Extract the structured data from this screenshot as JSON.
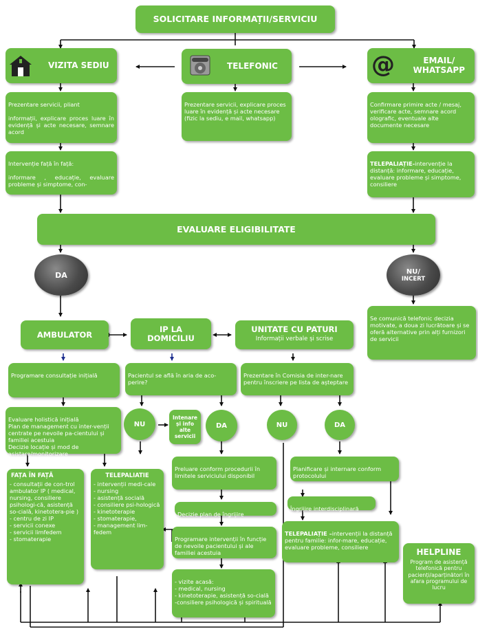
{
  "top": {
    "title": "SOLICITARE  INFORMAȚII/SERVICIU"
  },
  "channels": {
    "vizita": {
      "title": "VIZITA SEDIU",
      "icon": "building-icon"
    },
    "telefonic": {
      "title": "TELEFONIC",
      "icon": "telephone-icon"
    },
    "email": {
      "title": "EMAIL/\nWHATSAPP",
      "icon": "at-sign-icon"
    }
  },
  "vizita_steps": {
    "prezentare": "Prezentare servicii, pliant\n\ninformații, explicare proces luare în evidență și acte necesare, semnare acord",
    "interventie": "Intervenție față în față:\n\ninformare , educație, evaluare probleme și simptome, con-"
  },
  "telefonic_steps": {
    "prezentare": "Prezentare servicii, explicare proces luare în evidență și acte necesare (fizic la sediu, e mail, whatsapp)"
  },
  "email_steps": {
    "confirmare": "Confirmare primire acte / mesaj, verificare acte, semnare acord olografic, eventuale alte documente necesare",
    "telepaliatie_bold": "TELEPALIAȚIE-",
    "telepaliatie": "intervenție la distanță: informare, educație, evaluare probleme și simptome, consiliere"
  },
  "evaluare": {
    "title": "EVALUARE ELIGIBILITATE"
  },
  "da_main": {
    "label": "DA"
  },
  "nu_incert": {
    "label1": "NU/",
    "label2": "INCERT"
  },
  "nu_incert_text": "Se comunică telefonic decizia motivate, a doua zi lucrătoare și se oferă alternative prin alți furnizori de servicii",
  "services": {
    "ambulator": "AMBULATOR",
    "ip_domiciliu": "IP LA\nDOMICILIU",
    "unitate": "UNITATE CU PATURI",
    "unitate_sub": "Informații verbale și scrise"
  },
  "ambulator_flow": {
    "programare": "Programare consultație inițială",
    "evaluare": "Evaluare holistică inițială\nPlan de management cu inter-venții centrate pe nevoile pa-cientului și familiei acestuia\nDecizie locație și mod de asistare/monitorizare",
    "fata_title": "FAȚA ÎN FAȚĂ",
    "fata_text": "- consultații de con-trol ambulator IP ( medical, nursing, consiliere psihologi-că, asistență so-cială, kinetotera-pie )\n-  centru de zi IP\n- servicii conexe\n    - servicii limfedem\n    - stomaterapie",
    "tele_title": "TELEPALIATIE",
    "tele_text": "- intervenții medi-cale\n- nursing\n- asistență socială\n- consiliere psi-hologică\n- kinetoterapie\n- stomaterapie,\n- management lim-fedem"
  },
  "domiciliu_flow": {
    "aria": "Pacientul se află în aria de aco-perire?",
    "nu": "NU",
    "da": "DA",
    "intenare": "Intenare și info alte servicii",
    "preluare": "Preluare conform procedurii în limitele serviciului disponibil",
    "decizie": "Decizie plan de îngrijire",
    "programare": "Programare intervenții în funcție de nevoile pacientului și ale familiei acestuia",
    "vizite": "- vizite acasă:\n- medical, nursing\n- kinetoterapie, asistență so-cială\n-consiliere psihologică și spirituală"
  },
  "unitate_flow": {
    "prezentare": "Prezentare în Comisia de inter-nare pentru înscriere pe lista de așteptare",
    "nu": "NU",
    "da": "DA",
    "planificare": "Planificare și internare conform protocolului",
    "ingrijire": "Îngrijire interdisciplinară",
    "tele_bold": "TELEPALIAȚIE –",
    "tele_text": "intervenții la distanță pentru familie: infor-mare, educație, evaluare probleme, consiliere"
  },
  "helpline": {
    "title": "HELPLINE",
    "text": "Program de asistență telefonică pentru pacienți/aparținători în afara programului de lucru"
  },
  "colors": {
    "green": "#6cbd45",
    "gray": "#4a4a4a",
    "arrow": "#111111",
    "blue_arrow": "#1d2f8f"
  }
}
